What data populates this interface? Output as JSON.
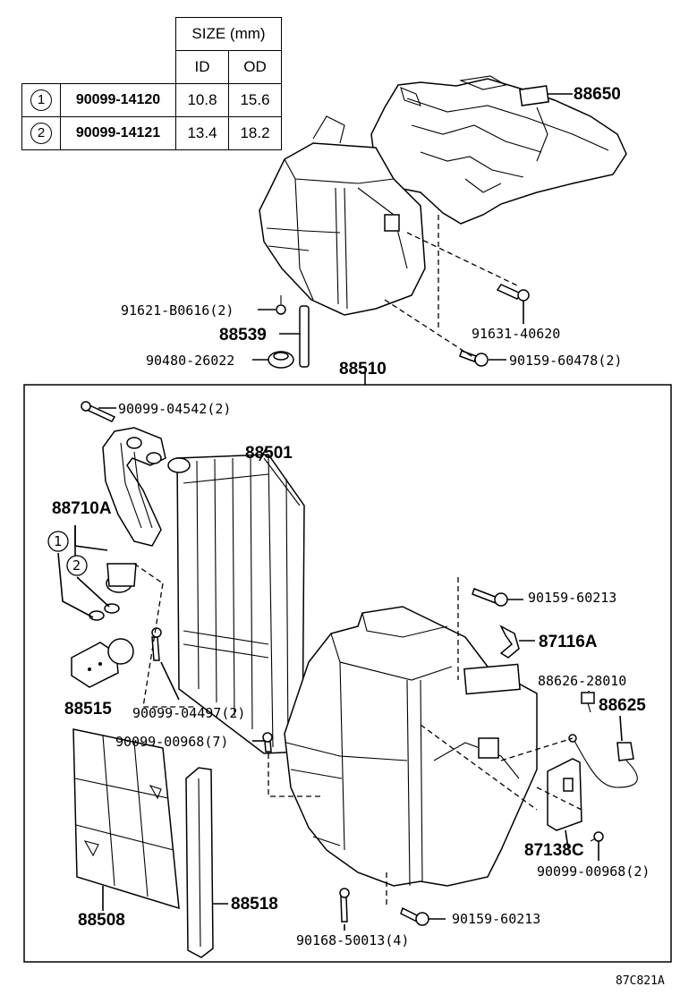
{
  "size_table": {
    "header_main": "SIZE (mm)",
    "header_id": "ID",
    "header_od": "OD",
    "rows": [
      {
        "index": "1",
        "part_no": "90099-14120",
        "id": "10.8",
        "od": "15.6"
      },
      {
        "index": "2",
        "part_no": "90099-14121",
        "id": "13.4",
        "od": "18.2"
      }
    ]
  },
  "labels": {
    "p88650": "88650",
    "p91621": "91621-B0616(2)",
    "p88539": "88539",
    "p90480": "90480-26022",
    "p91631": "91631-40620",
    "p90159_60478": "90159-60478(2)",
    "p88510": "88510",
    "p90099_04542": "90099-04542(2)",
    "p88501": "88501",
    "p88710a": "88710A",
    "circle1": "1",
    "circle2": "2",
    "p90159_60213_top": "90159-60213",
    "p87116a": "87116A",
    "p88515": "88515",
    "p90099_04497": "90099-04497(2)",
    "p88626": "88626-28010",
    "p88625": "88625",
    "p90099_00968_7": "90099-00968(7)",
    "p87138c": "87138C",
    "p90099_00968_2": "90099-00968(2)",
    "p88508": "88508",
    "p88518": "88518",
    "p90159_60213_bottom": "90159-60213",
    "p90168": "90168-50013(4)",
    "diagram_code": "87C821A"
  }
}
